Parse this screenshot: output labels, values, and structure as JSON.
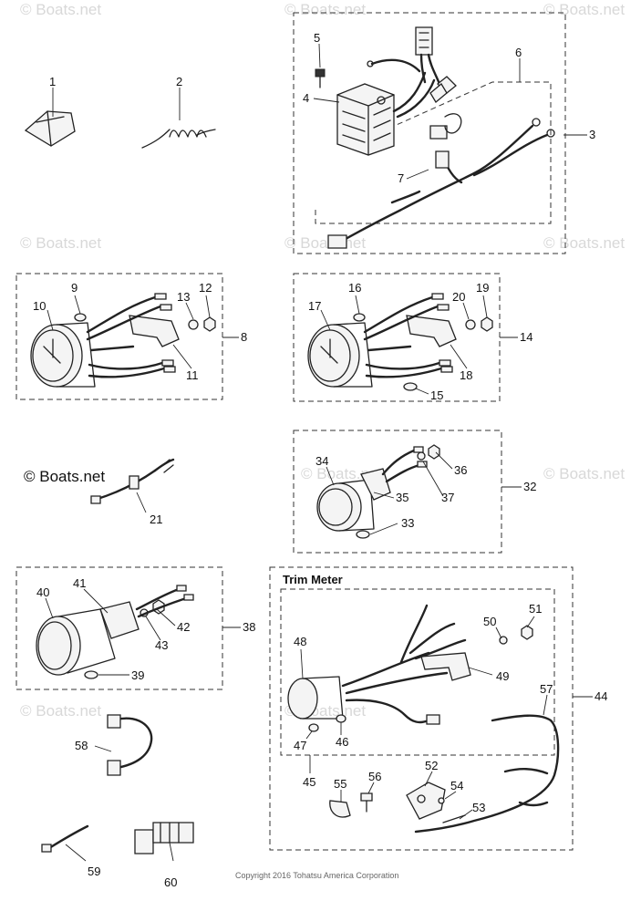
{
  "watermarks": {
    "light": "© Boats.net",
    "dark": "© Boats.net"
  },
  "groups": {
    "trim_meter_title": "Trim Meter"
  },
  "copyright": "Copyright 2016 Tohatsu America Corporation",
  "callouts": {
    "c1": "1",
    "c2": "2",
    "c3": "3",
    "c4": "4",
    "c5": "5",
    "c6": "6",
    "c7": "7",
    "c8": "8",
    "c9": "9",
    "c10": "10",
    "c11": "11",
    "c12": "12",
    "c13": "13",
    "c14": "14",
    "c15": "15",
    "c16": "16",
    "c17": "17",
    "c18": "18",
    "c19": "19",
    "c20": "20",
    "c21": "21",
    "c32": "32",
    "c33": "33",
    "c34": "34",
    "c35": "35",
    "c36": "36",
    "c37": "37",
    "c38": "38",
    "c39": "39",
    "c40": "40",
    "c41": "41",
    "c42": "42",
    "c43": "43",
    "c44": "44",
    "c45": "45",
    "c46": "46",
    "c47": "47",
    "c48": "48",
    "c49": "49",
    "c50": "50",
    "c51": "51",
    "c52": "52",
    "c53": "53",
    "c54": "54",
    "c55": "55",
    "c56": "56",
    "c57": "57",
    "c58": "58",
    "c59": "59",
    "c60": "60"
  }
}
